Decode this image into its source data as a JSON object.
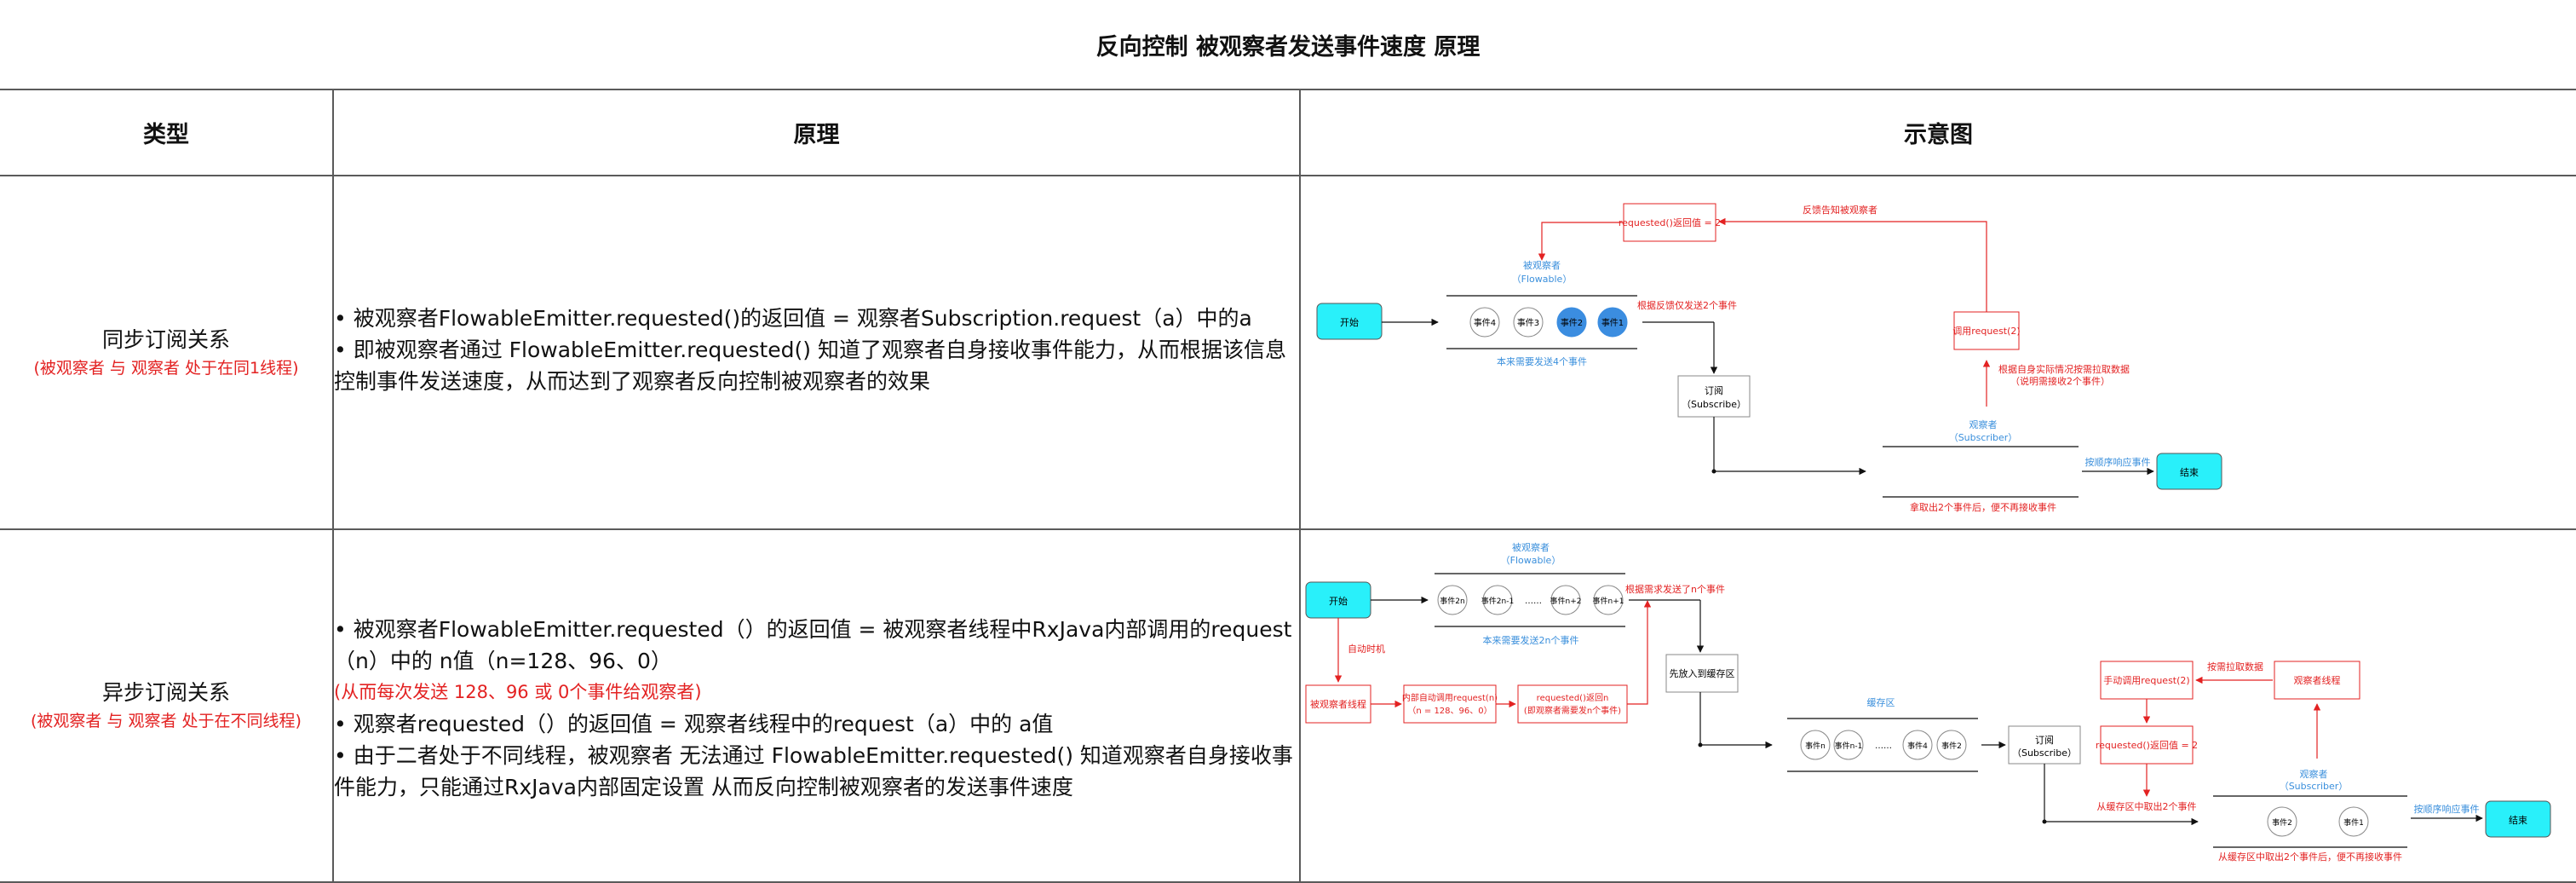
{
  "title": "反向控制 被观察者发送事件速度 原理",
  "headers": {
    "type": "类型",
    "principle": "原理",
    "diagram": "示意图"
  },
  "rows": [
    {
      "type": "同步订阅关系",
      "type_note": "(被观察者 与 观察者 处于在同1线程)",
      "lines": [
        "• 被观察者FlowableEmitter.requested()的返回值 = 观察者Subscription.request（a）中的a",
        "• 即被观察者通过 FlowableEmitter.requested() 知道了观察者自身接收事件能力，从而根据该信息控制事件发送速度，从而达到了观察者反向控制被观察者的效果"
      ]
    },
    {
      "type": "异步订阅关系",
      "type_note": "(被观察者 与 观察者 处于在不同线程)",
      "line1": "• 被观察者FlowableEmitter.requested（）的返回值 = 被观察者线程中RxJava内部调用的request（n）中的 n值（n=128、96、0）",
      "line1_note": "(从而每次发送 128、96 或 0个事件给观察者)",
      "line2": "• 观察者requested（）的返回值 = 观察者线程中的request（a）中的 a值",
      "line3": "• 由于二者处于不同线程，被观察者 无法通过 FlowableEmitter.requested() 知道观察者自身接收事件能力，只能通过RxJava内部固定设置 从而反向控制被观察者的发送事件速度"
    }
  ],
  "diagram_sync": {
    "start": "开始",
    "observable": "被观察者",
    "observable_type": "（Flowable）",
    "events": [
      "事件4",
      "事件3",
      "事件2",
      "事件1"
    ],
    "events_caption": "本来需要发送4个事件",
    "send_note": "根据反馈仅发送2个事件",
    "requested_box": "requested()返回值 = 2",
    "feedback_note": "反馈告知被观察者",
    "request_call": "调用request(2)",
    "request_note_1": "根据自身实际情况按需拉取数据",
    "request_note_2": "（说明需接收2个事件）",
    "subscribe_1": "订阅",
    "subscribe_2": "（Subscribe）",
    "observer": "观察者",
    "observer_type": "（Subscriber）",
    "observer_caption": "拿取出2个事件后，便不再接收事件",
    "respond": "按顺序响应事件",
    "end": "结束"
  },
  "diagram_async": {
    "start": "开始",
    "auto": "自动时机",
    "observable": "被观察者",
    "observable_type": "（Flowable）",
    "events": [
      "事件2n",
      "事件2n-1",
      "……",
      "事件n+2",
      "事件n+1"
    ],
    "events_caption": "本来需要发送2n个事件",
    "send_note": "根据需求发送了n个事件",
    "thread_box": "被观察者线程",
    "auto_request_1": "内部自动调用request(n)",
    "auto_request_2": "（n = 128、96、0）",
    "requested_n_1": "requested()返回n",
    "requested_n_2": "(即观察者需要发n个事件)",
    "cache_box": "先放入到缓存区",
    "cache_label": "缓存区",
    "cache_events": [
      "事件n",
      "事件n-1",
      "……",
      "事件4",
      "事件2"
    ],
    "subscribe_1": "订阅",
    "subscribe_2": "（Subscribe）",
    "manual_request": "手动调用request(2)",
    "pull": "按需拉取数据",
    "observer_thread": "观察者线程",
    "requested_2": "requested()返回值 = 2",
    "take_note": "从缓存区中取出2个事件",
    "observer": "观察者",
    "observer_type": "（Subscriber）",
    "obs_events": [
      "事件2",
      "事件1"
    ],
    "observer_caption": "从缓存区中取出2个事件后，便不再接收事件",
    "respond": "按顺序响应事件",
    "end": "结束"
  },
  "colors": {
    "red": "#e32222",
    "blue": "#3a8fdc",
    "cyan": "#29f0fa",
    "event_blue": "#3b8de0",
    "grid": "#5a5a5a"
  }
}
